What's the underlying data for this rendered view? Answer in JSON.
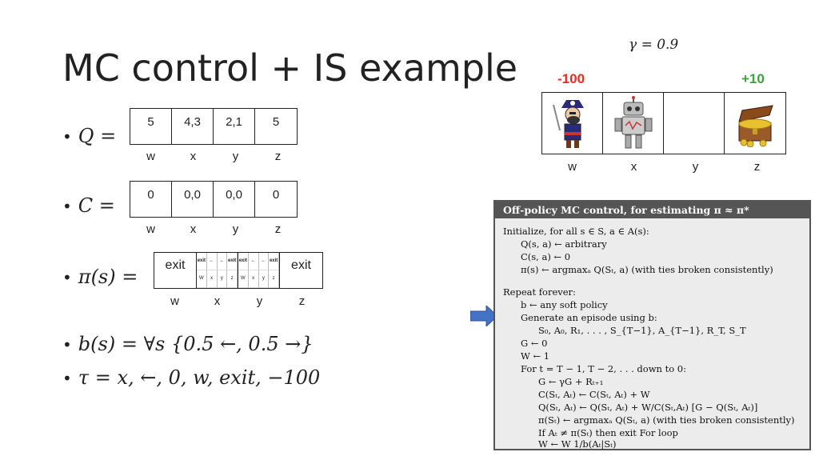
{
  "title": "MC control + IS example",
  "q_label": "Q =",
  "q_values": [
    "5",
    "4,3",
    "2,1",
    "5"
  ],
  "c_label": "C =",
  "c_values": [
    "0",
    "0,0",
    "0,0",
    "0"
  ],
  "pi_label": "π(s) =",
  "pi_values": [
    "exit",
    "",
    "",
    "exit"
  ],
  "pi_mini": {
    "left": {
      "top": [
        "exit",
        "←",
        "←",
        "exit"
      ],
      "bottom": [
        "W",
        "x",
        "y",
        "z"
      ]
    },
    "right": {
      "top": [
        "exit",
        "←",
        "←",
        "exit"
      ],
      "bottom": [
        "W",
        "x",
        "y",
        "z"
      ]
    }
  },
  "state_labels": [
    "w",
    "x",
    "y",
    "z"
  ],
  "b_line": "b(s) = ∀s {0.5 ←, 0.5 →}",
  "tau_line": "τ = x, ←, 0, w, exit, −100",
  "gamma": "γ = 0.9",
  "reward_left": "-100",
  "reward_right": "+10",
  "colors": {
    "reward_left": "#e03020",
    "reward_right": "#3aa33a",
    "arrow": "#4472c4"
  },
  "algo": {
    "header": "Off-policy MC control, for estimating π ≈ π*",
    "lines": [
      "Initialize, for all s ∈ S, a ∈ A(s):",
      "Q(s, a) ← arbitrary",
      "C(s, a) ← 0",
      "π(s) ← argmaxₐ Q(Sₜ, a)     (with ties broken consistently)",
      "Repeat forever:",
      "b ← any soft policy",
      "Generate an episode using b:",
      "S₀, A₀, R₁, . . . , S_{T−1}, A_{T−1}, R_T, S_T",
      "G ← 0",
      "W ← 1",
      "For t = T − 1, T − 2, . . . down to 0:",
      "G ← γG + Rₜ₊₁",
      "C(Sₜ, Aₜ) ← C(Sₜ, Aₜ) + W",
      "Q(Sₜ, Aₜ) ← Q(Sₜ, Aₜ) + W/C(Sₜ,Aₜ) [G − Q(Sₜ, Aₜ)]",
      "π(Sₜ) ← argmaxₐ Q(Sₜ, a)     (with ties broken consistently)",
      "If Aₜ ≠ π(Sₜ) then exit For loop",
      "W ← W 1/b(Aₜ|Sₜ)"
    ]
  }
}
